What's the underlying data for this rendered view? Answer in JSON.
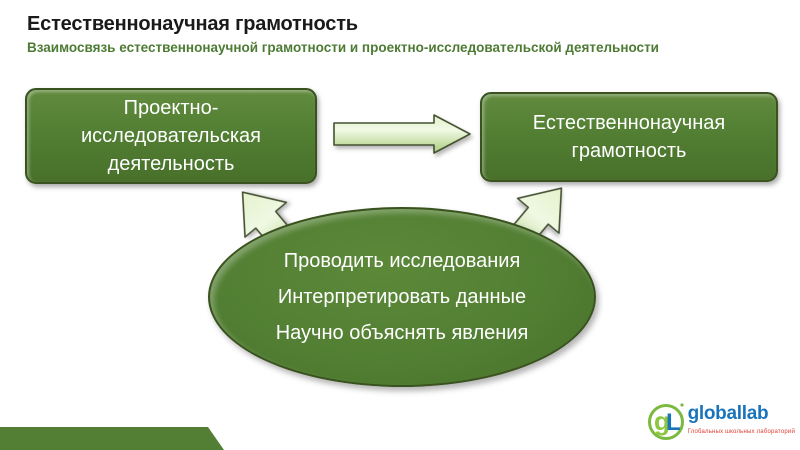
{
  "header": {
    "title": "Естественнонаучная грамотность",
    "subtitle": "Взаимосвязь естественнонаучной грамотности и проектно-исследовательской деятельности"
  },
  "diagram": {
    "left_box": {
      "lines": [
        "Проектно-",
        "исследовательская",
        "деятельность"
      ]
    },
    "right_box": {
      "lines": [
        "Естественнонаучная",
        "грамотность"
      ]
    },
    "ellipse": {
      "lines": [
        "Проводить исследования",
        "Интерпретировать данные",
        "Научно объяснять явления"
      ]
    }
  },
  "logo": {
    "mark_g": "g",
    "mark_l": "L",
    "name": "globallab",
    "tagline": "Глобальных школьных лабораторий"
  },
  "colors": {
    "shape_green": "#527f33",
    "shape_border_green": "#3a521f",
    "arrow_light_green": "#cde7a9",
    "title_black": "#1a1a1a",
    "subtitle_green": "#4e7b34",
    "logo_blue": "#1a74bc",
    "logo_green": "#8dc63f",
    "logo_red": "#e23c33",
    "band_green": "#527f33"
  }
}
